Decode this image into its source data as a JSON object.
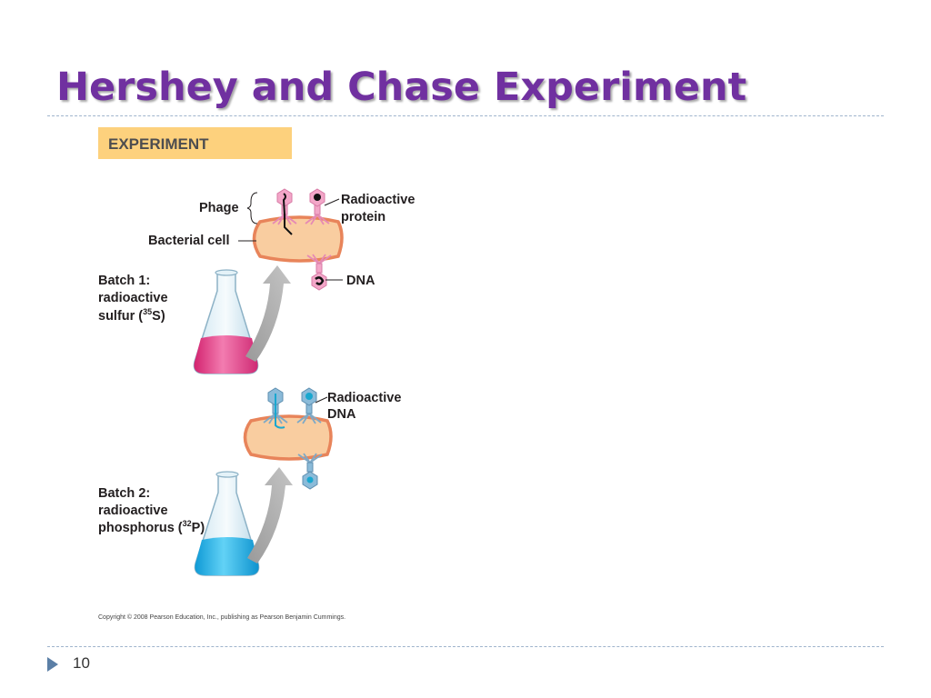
{
  "slide": {
    "title": "Hershey and Chase Experiment",
    "page_number": "10"
  },
  "diagram": {
    "banner": "EXPERIMENT",
    "labels": {
      "phage": "Phage",
      "bacterial_cell": "Bacterial cell",
      "radioactive_protein_1": "Radioactive",
      "radioactive_protein_2": "protein",
      "dna": "DNA",
      "radioactive_dna_1": "Radioactive",
      "radioactive_dna_2": "DNA"
    },
    "batch1": {
      "line1": "Batch 1:",
      "line2": "radioactive",
      "line3_prefix": "sulfur (",
      "isotope_mass": "35",
      "isotope_symbol": "S)"
    },
    "batch2": {
      "line1": "Batch 2:",
      "line2": "radioactive",
      "line3_prefix": "phosphorus (",
      "isotope_mass": "32",
      "isotope_symbol": "P)"
    },
    "copyright": "Copyright © 2008 Pearson Education, Inc., publishing as Pearson Benjamin Cummings."
  },
  "colors": {
    "title": "#7030a0",
    "banner_fill": "#fdd17d",
    "cell_fill": "#f9cda0",
    "cell_stroke": "#e8845a",
    "sulfur_liquid": "#e9428b",
    "phosphorus_liquid": "#2bb6e8",
    "phage_pink": "#f3a6c8",
    "phage_blue": "#8bbbd9"
  }
}
